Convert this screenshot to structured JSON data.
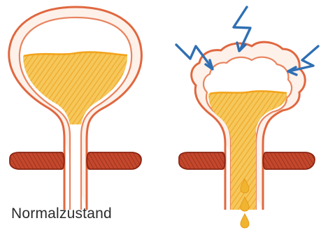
{
  "panels": [
    {
      "id": "normal",
      "caption": "Normalzustand"
    },
    {
      "id": "irritated",
      "caption": ""
    }
  ],
  "colors": {
    "outline": "#e0673f",
    "urine": "#f0b430",
    "urine_line": "#f2a21a",
    "muscle": "#b73c24",
    "muscle_dark": "#8a2412",
    "irritation_arrows": "#2f6fb3"
  },
  "icons": [
    "lightning-arrow-icon"
  ]
}
